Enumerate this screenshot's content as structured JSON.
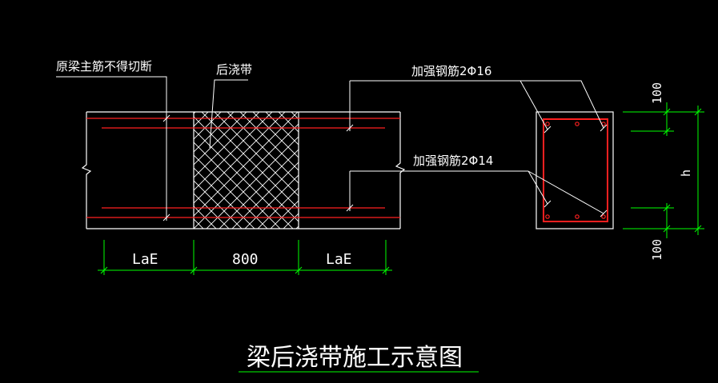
{
  "labels": {
    "orig_bars": "原梁主筋不得切断",
    "post_pour": "后浇带",
    "bars_top": "加强钢筋2Φ16",
    "bars_bottom": "加强钢筋2Φ14"
  },
  "dimensions": {
    "left": "LaE",
    "middle": "800",
    "right": "LaE",
    "cover_top": "100",
    "height": "h",
    "cover_bottom": "100"
  },
  "title": "梁后浇带施工示意图",
  "colors": {
    "background": "#000000",
    "outline": "#ffffff",
    "rebar": "#ff2020",
    "dimension": "#00ff00",
    "hatch": "#ffffff"
  }
}
